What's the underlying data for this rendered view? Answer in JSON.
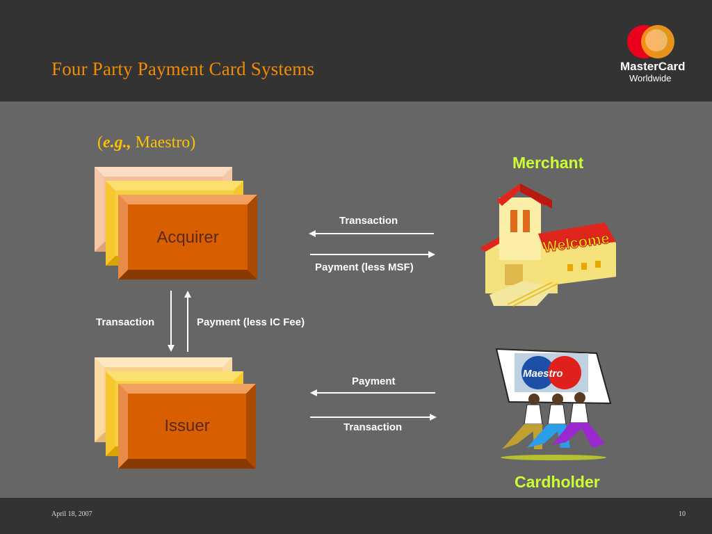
{
  "slide": {
    "title": "Four Party Payment Card Systems",
    "example_open": "(",
    "example_italic": "e.g.,",
    "example_rest": " Maestro)"
  },
  "logo": {
    "line1": "MasterCard",
    "line2": "Worldwide",
    "colors": {
      "red": "#E8001C",
      "orange": "#F79E1B"
    }
  },
  "diagram": {
    "acquirer": "Acquirer",
    "issuer": "Issuer",
    "merchant": "Merchant",
    "cardholder": "Cardholder",
    "merchant_sign": "Welcome",
    "card_brand": "Maestro",
    "arrows": {
      "acq_merchant_top": "Transaction",
      "acq_merchant_bottom": "Payment (less MSF)",
      "acq_issuer_left": "Transaction",
      "acq_issuer_right": "Payment (less IC Fee)",
      "iss_card_top": "Payment",
      "iss_card_bottom": "Transaction"
    }
  },
  "footer": {
    "date": "April 18, 2007",
    "page": "10"
  },
  "colors": {
    "title": "#F08C00",
    "role_label": "#CCFF33",
    "box_front": "#D95E00",
    "background": "#666666",
    "header": "#333333"
  }
}
